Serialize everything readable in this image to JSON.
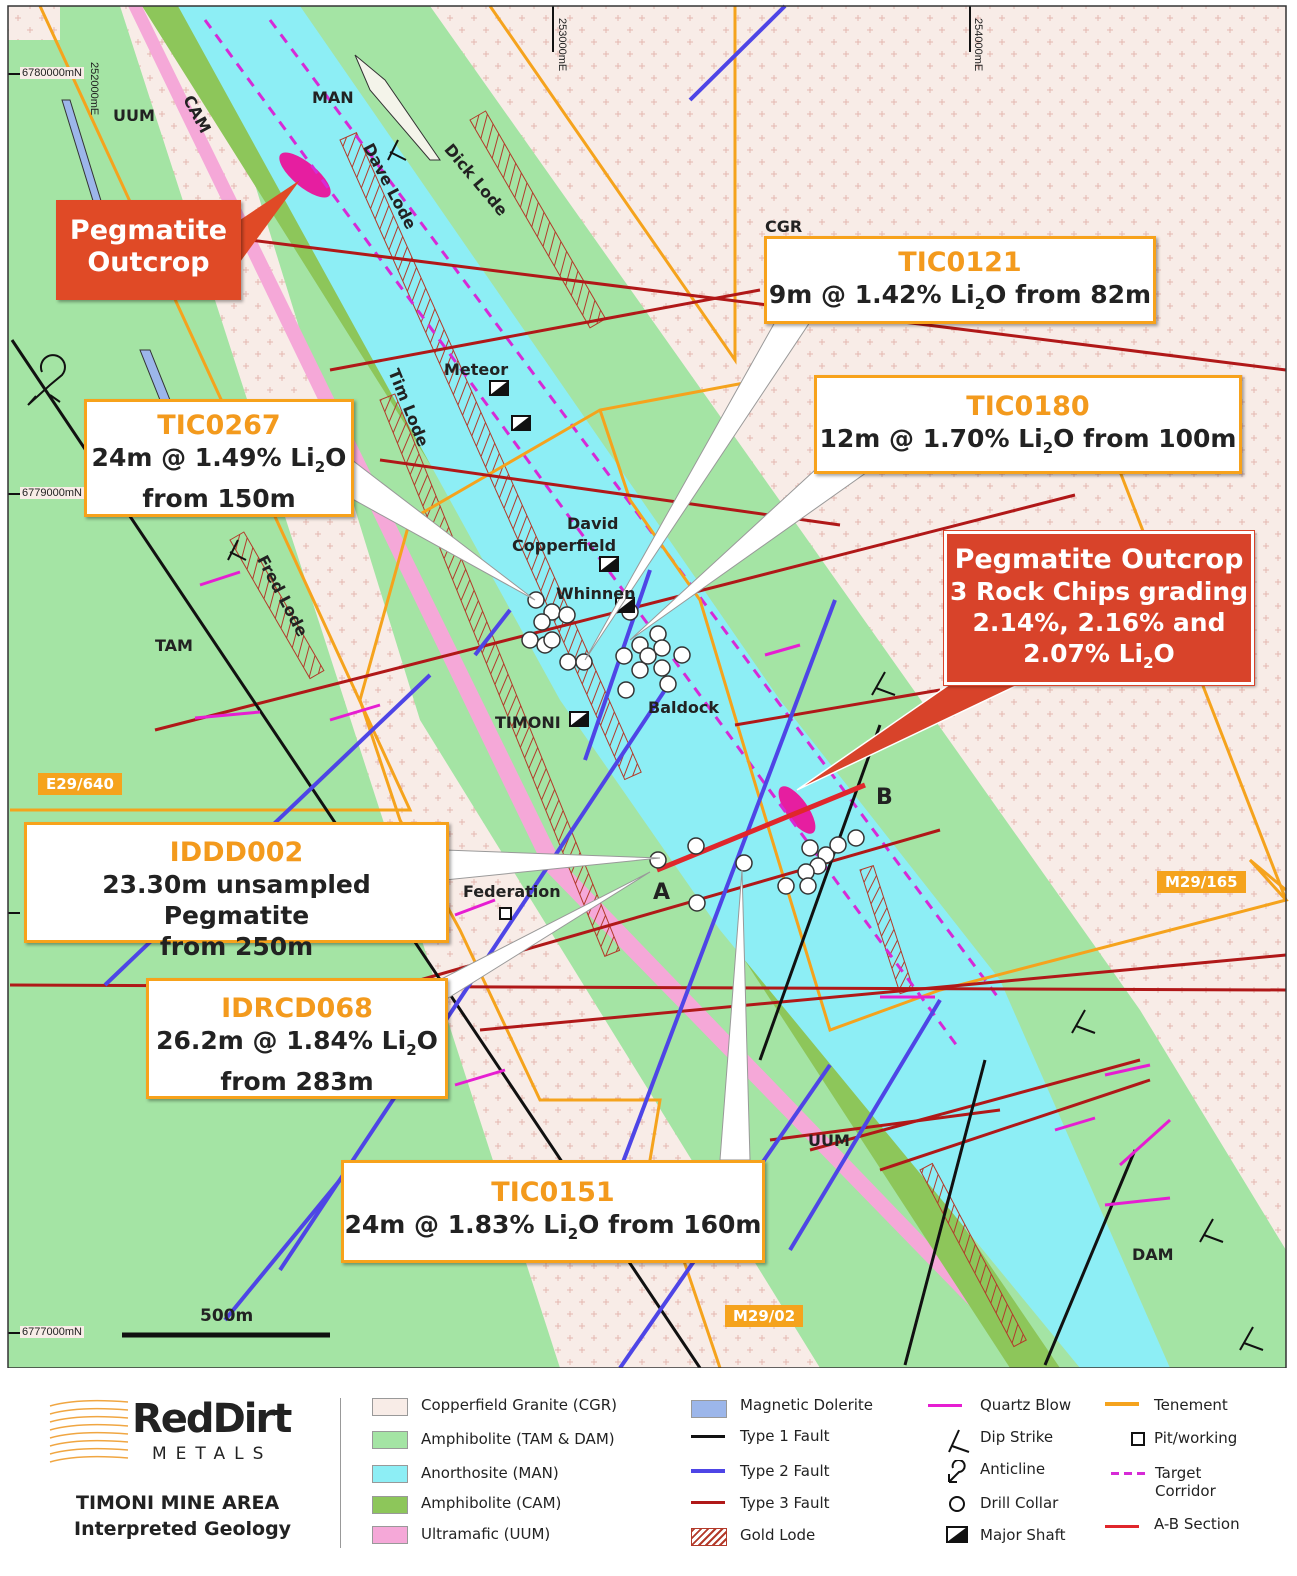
{
  "colors": {
    "granite": "#f8ece7",
    "amphibolite_tam_dam": "#a4e4a4",
    "anorthosite": "#8deef5",
    "amphibolite_cam": "#8dc65a",
    "ultramafic": "#f5a8d8",
    "dolerite": "#9cb6ea",
    "type1": "#111111",
    "type2": "#4e45e6",
    "type3": "#b01818",
    "quartz": "#e61ed2",
    "gold": "#b33a2a",
    "tenement": "#f5a31d",
    "ab_section": "#e0262b",
    "callout_accent": "#f39a1d",
    "callout_red": "#e04a26"
  },
  "grid": {
    "easting": [
      "252000mE",
      "253000mE",
      "254000mE"
    ],
    "northing": [
      "6780000mN",
      "6779000mN",
      "6777000mN"
    ]
  },
  "map_labels": {
    "man": "MAN",
    "uum_top": "UUM",
    "cam": "CAM",
    "cgr": "CGR",
    "tam": "TAM",
    "dam": "DAM",
    "uum_bottom": "UUM",
    "dave_lode": "Dave Lode",
    "dick_lode": "Dick Lode",
    "tim_lode": "Tim Lode",
    "fred_lode": "Fred Lode",
    "meteor": "Meteor",
    "david": "David",
    "copperfield": "Copperfield",
    "whinnen": "Whinnen",
    "timoni": "TIMONI",
    "baldock": "Baldock",
    "federation": "Federation",
    "point_a": "A",
    "point_b": "B"
  },
  "tenements": {
    "e29_640": "E29/640",
    "m29_165": "M29/165",
    "m29_02": "M29/02"
  },
  "scale_bar": {
    "label": "500m"
  },
  "callouts": {
    "pegmatite_left": {
      "line1": "Pegmatite",
      "line2": "Outcrop"
    },
    "tic0121": {
      "title": "TIC0121",
      "pre": "9m @ 1.42% Li",
      "sub": "2",
      "post": "O from 82m"
    },
    "tic0180": {
      "title": "TIC0180",
      "pre": "12m @ 1.70% Li",
      "sub": "2",
      "post": "O from 100m"
    },
    "tic0267": {
      "title": "TIC0267",
      "pre": "24m @ 1.49% Li",
      "sub": "2",
      "post": "O",
      "line3": "from 150m"
    },
    "pegmatite_right": {
      "title": "Pegmatite Outcrop",
      "line2": "3 Rock Chips grading",
      "line3": "2.14%, 2.16% and",
      "pre": "2.07% Li",
      "sub": "2",
      "post": "O"
    },
    "iddd002": {
      "title": "IDDD002",
      "line2": "23.30m unsampled Pegmatite",
      "line3": "from 250m"
    },
    "idrcd068": {
      "title": "IDRCD068",
      "pre": "26.2m @ 1.84% Li",
      "sub": "2",
      "post": "O",
      "line3": "from 283m"
    },
    "tic0151": {
      "title": "TIC0151",
      "pre": "24m @ 1.83% Li",
      "sub": "2",
      "post": "O from 160m"
    }
  },
  "legend": {
    "brand_main": "RedDirt",
    "brand_sub": "METALS",
    "title1": "TIMONI MINE AREA",
    "title2": "Interpreted Geology",
    "col1": [
      "Copperfield Granite (CGR)",
      "Amphibolite (TAM & DAM)",
      "Anorthosite (MAN)",
      "Amphibolite (CAM)",
      "Ultramafic (UUM)"
    ],
    "col2": [
      "Magnetic Dolerite",
      "Type 1 Fault",
      "Type 2 Fault",
      "Type 3 Fault",
      "Gold Lode"
    ],
    "col3": [
      "Quartz Blow",
      "Dip Strike",
      "Anticline",
      "Drill Collar",
      "Major Shaft"
    ],
    "col4": [
      "Tenement",
      "Pit/working",
      "Target",
      "Corridor",
      "A-B Section"
    ]
  }
}
